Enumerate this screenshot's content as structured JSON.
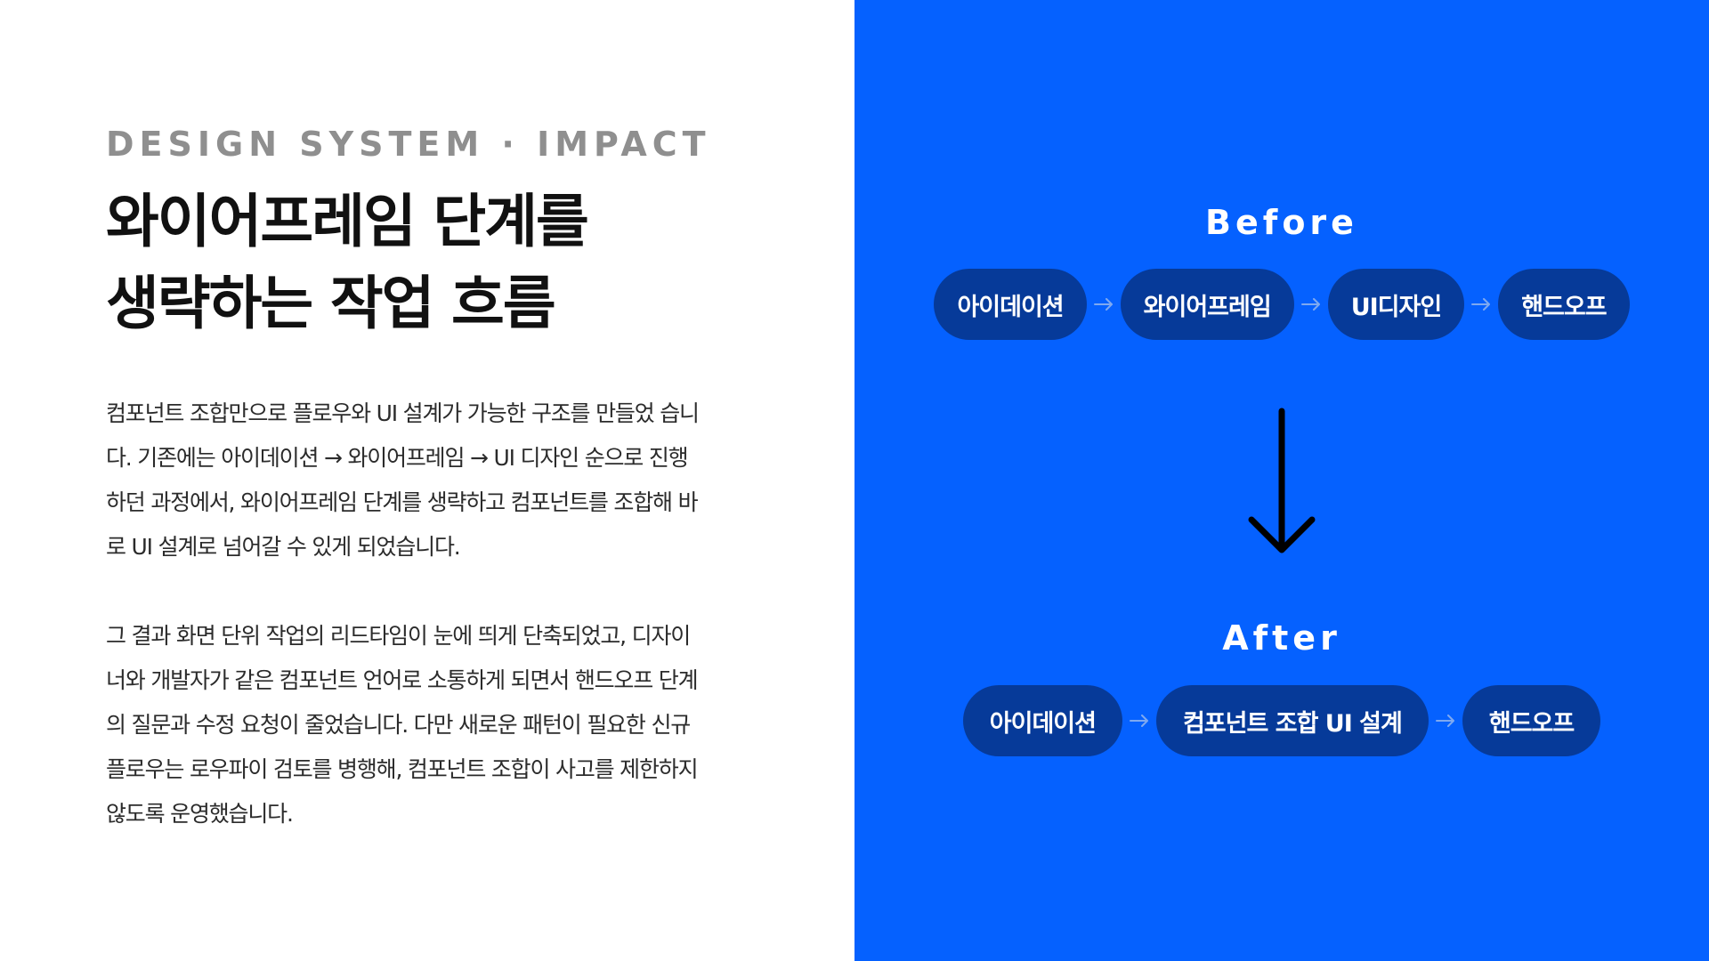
{
  "left": {
    "eyebrow": "DESIGN SYSTEM · IMPACT",
    "title_lines": [
      "와이어프레임 단계를",
      "생략하는 작업 흐름"
    ],
    "paragraph1_lines": [
      "컴포넌트 조합만으로 플로우와 UI 설계가 가능한 구조를 만들었 습니",
      "다. 기존에는 아이데이션 → 와이어프레임 → UI 디자인 순으로 진행",
      "하던 과정에서, 와이어프레임 단계를 생략하고 컴포넌트를 조합해 바",
      "로 UI 설계로 넘어갈 수 있게 되었습니다."
    ],
    "paragraph2_lines": [
      "그 결과 화면 단위 작업의 리드타임이 눈에 띄게 단축되었고, 디자이",
      "너와 개발자가 같은 컴포넌트 언어로 소통하게 되면서 핸드오프 단계",
      "의 질문과 수정 요청이 줄었습니다. 다만 새로운 패턴이 필요한 신규",
      "플로우는 로우파이 검토를 병행해, 컴포넌트 조합이 사고를 제한하지",
      "않도록 운영했습니다."
    ]
  },
  "right": {
    "before_label": "Before",
    "before_steps": [
      "아이데이션",
      "와이어프레임",
      "UI디자인",
      "핸드오프"
    ],
    "after_label": "After",
    "after_steps": [
      "아이데이션",
      "컴포넌트 조합 UI 설계",
      "핸드오프"
    ],
    "icons": {
      "step_separator": "arrow-right-icon",
      "transition": "arrow-down-icon"
    }
  },
  "colors": {
    "panel_blue": "#0561FF",
    "pill_navy": "#063A99",
    "eyebrow_gray": "#8F8F8F",
    "title_black": "#111111",
    "body_text": "#2B2B2B",
    "white": "#FFFFFF",
    "arrow_black": "#000000",
    "separator_gray": "#7FA9F0"
  }
}
